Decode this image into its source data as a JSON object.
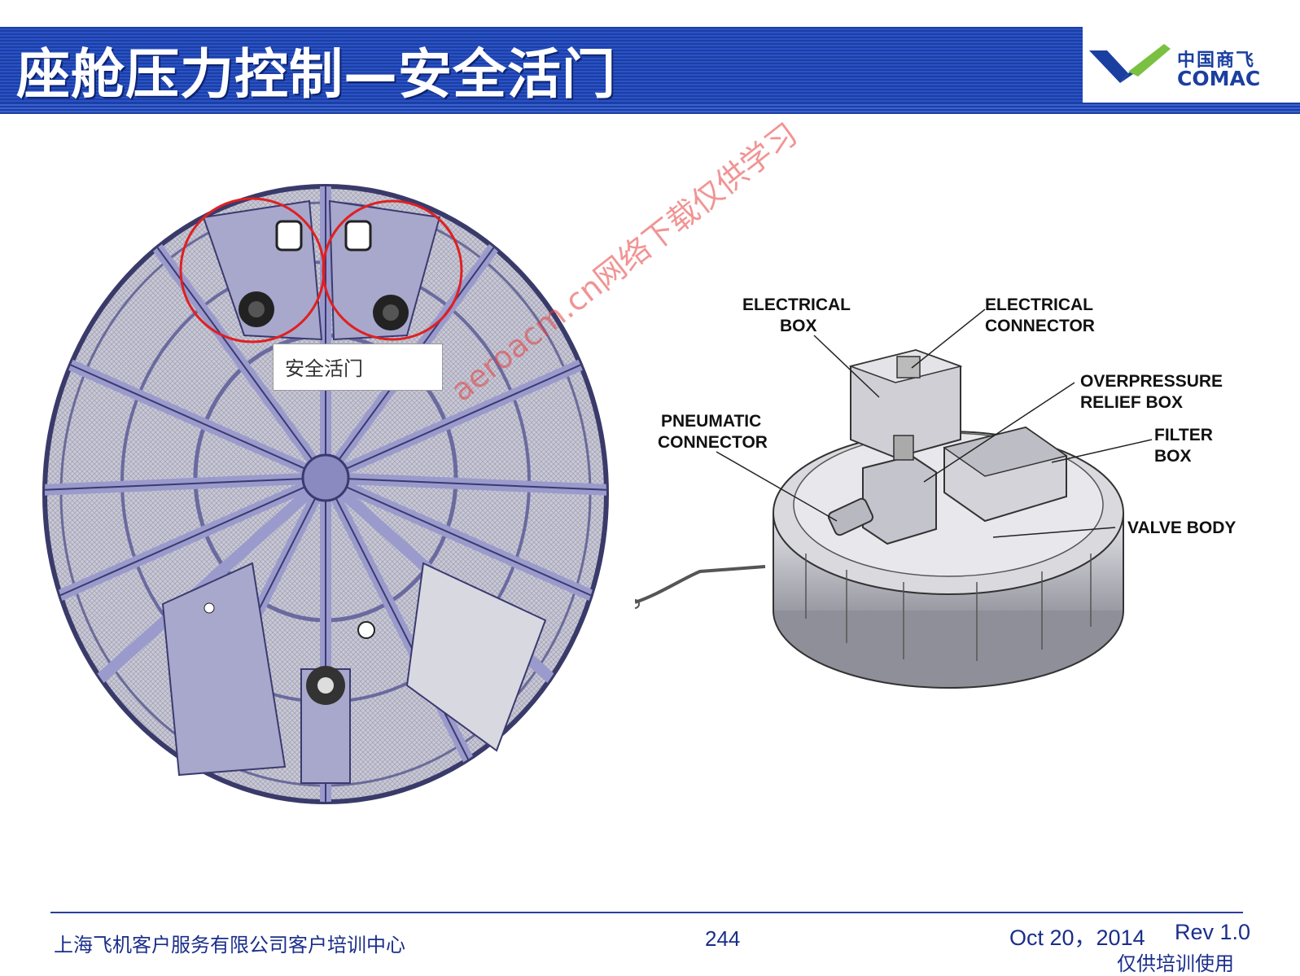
{
  "header": {
    "title": "座舱压力控制—安全活门",
    "logo_cn": "中国商飞",
    "logo_en": "COMAC",
    "brand_blue": "#1c3fa6",
    "brand_green": "#7ac142"
  },
  "left_figure": {
    "label": "安全活门",
    "highlight_color": "#e02020"
  },
  "right_figure": {
    "callouts": {
      "electrical_box": "ELECTRICAL\nBOX",
      "electrical_connector": "ELECTRICAL\nCONNECTOR",
      "overpressure_relief_box": "OVERPRESSURE\nRELIEF BOX",
      "pneumatic_connector": "PNEUMATIC\nCONNECTOR",
      "filter_box": "FILTER\nBOX",
      "valve_body": "VALVE BODY"
    }
  },
  "watermark": "aeroacm.cn网络下载仅供学习",
  "footer": {
    "organization": "上海飞机客户服务有限公司客户培训中心",
    "page_number": "244",
    "date": "Oct 20，2014",
    "revision": "Rev 1.0",
    "usage_note": "仅供培训使用"
  }
}
